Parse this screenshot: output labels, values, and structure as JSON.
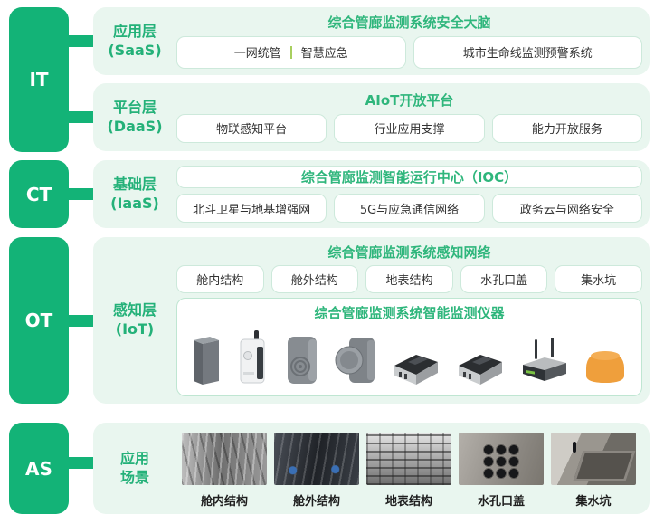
{
  "colors": {
    "green": "#13b377",
    "panel_bg": "#e9f6ef",
    "title_green": "#2fb67c",
    "box_border": "#cde9db",
    "text_dark": "#333333",
    "divider_green": "#a8cf5f",
    "device_orange": "#ef9f3c"
  },
  "side_tags": [
    "IT",
    "CT",
    "OT",
    "AS"
  ],
  "panels": {
    "saas": {
      "layer": {
        "name": "应用层",
        "sub": "(SaaS)"
      },
      "title": "综合管廊监测系统安全大脑",
      "box1": {
        "left": "一网统管",
        "divider": "|",
        "right": "智慧应急"
      },
      "box2": "城市生命线监测预警系统"
    },
    "daas": {
      "layer": {
        "name": "平台层",
        "sub": "(DaaS)"
      },
      "title": "AIoT开放平台",
      "boxes": [
        "物联感知平台",
        "行业应用支撑",
        "能力开放服务"
      ]
    },
    "iaas": {
      "layer": {
        "name": "基础层",
        "sub": "(IaaS)"
      },
      "title_box": "综合管廊监测智能运行中心（IOC）",
      "boxes": [
        "北斗卫星与地基增强网",
        "5G与应急通信网络",
        "政务云与网络安全"
      ]
    },
    "iot": {
      "layer": {
        "name": "感知层",
        "sub": "(IoT)"
      },
      "title": "综合管廊监测系统感知网络",
      "boxes": [
        "舱内结构",
        "舱外结构",
        "地表结构",
        "水孔口盖",
        "集水坑"
      ],
      "device_panel_title": "综合管廊监测系统智能监测仪器",
      "device_icons": [
        "pillar-sensor-icon",
        "antenna-sensor-icon",
        "ring-sensor-icon",
        "disc-sensor-icon",
        "datalogger-icon",
        "datalogger-2-icon",
        "gateway-router-icon",
        "dome-beacon-icon"
      ]
    },
    "scenes": {
      "layer": {
        "line1": "应用",
        "line2": "场景"
      },
      "items": [
        "舱内结构",
        "舱外结构",
        "地表结构",
        "水孔口盖",
        "集水坑"
      ]
    }
  }
}
